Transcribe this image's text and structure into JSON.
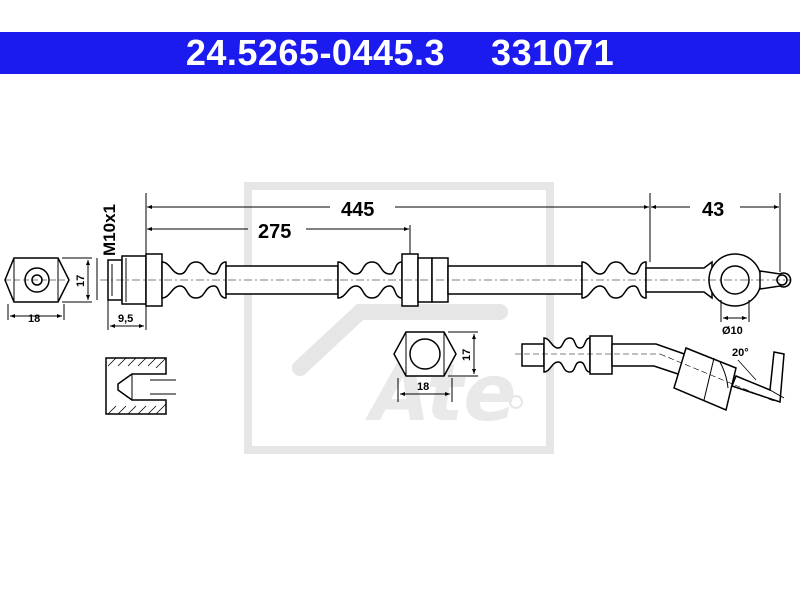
{
  "header": {
    "part_number": "24.5265-0445.3",
    "ref_number": "331071",
    "background": "#1b1bf0",
    "text_color": "#ffffff"
  },
  "dimensions": {
    "overall_length": "445",
    "inner_length": "275",
    "fitting_length": "43",
    "thread": "M10x1",
    "hex_height": "17",
    "hex_width": "18",
    "collar_width": "9,5",
    "eye_diameter": "Ø10",
    "bend_angle": "20°",
    "hex2_height": "17",
    "hex2_width": "18"
  },
  "watermark": {
    "brand": "Ate",
    "color": "#e9e9e9"
  }
}
